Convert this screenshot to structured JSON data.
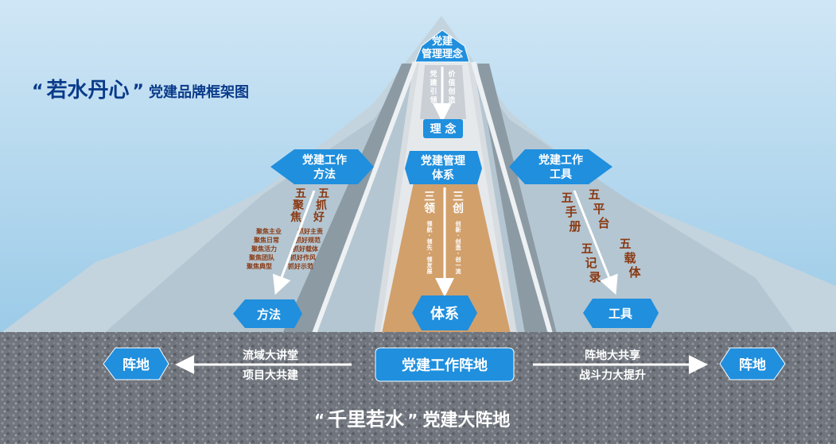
{
  "title": {
    "quote_open": "“",
    "name": "若水丹心",
    "quote_close": "”",
    "rest": "党建品牌框架图"
  },
  "bottom_title": {
    "quote_open": "“",
    "name": "千里若水",
    "quote_close": "”",
    "rest": "党建大阵地"
  },
  "top": {
    "line1": "党建",
    "line2": "管理理念"
  },
  "center_arrow": {
    "left_chars": [
      "党",
      "建",
      "引",
      "领"
    ],
    "right_chars": [
      "价",
      "值",
      "创",
      "造"
    ]
  },
  "concept_label": "理 念",
  "left_top": {
    "line1": "党建工作",
    "line2": "方法"
  },
  "center_top": {
    "line1": "党建管理",
    "line2": "体系"
  },
  "right_top": {
    "line1": "党建工作",
    "line2": "工具"
  },
  "left_method": {
    "head_a": [
      "五",
      "聚",
      "焦"
    ],
    "head_b": [
      "五",
      "抓",
      "好"
    ],
    "list_a": [
      "聚焦主业",
      "聚焦日常",
      "聚焦活力",
      "聚焦团队",
      "聚焦典型"
    ],
    "list_b": [
      "抓好主责",
      "抓好规范",
      "抓好载体",
      "抓好作风",
      "抓好示范"
    ],
    "bottom_label": "方法"
  },
  "center_system": {
    "head_a": [
      "三",
      "领"
    ],
    "head_b": [
      "三",
      "创"
    ],
    "list_a": [
      "领",
      "航",
      "·",
      "领",
      "先",
      "·",
      "领",
      "发",
      "展"
    ],
    "list_b": [
      "创",
      "新",
      "·",
      "创",
      "造",
      "·",
      "创",
      "一",
      "流"
    ],
    "bottom_label": "体系"
  },
  "right_tools": {
    "col1": [
      "五",
      "手",
      "册"
    ],
    "col2": [
      "五",
      "平",
      "台"
    ],
    "col3": [
      "五",
      "记",
      "录"
    ],
    "col4": [
      "五",
      "载",
      "体"
    ],
    "bottom_label": "工具"
  },
  "ground": {
    "left_hex": "阵地",
    "right_hex": "阵地",
    "center_label": "党建工作阵地",
    "left_arrow_top": "流域大讲堂",
    "left_arrow_bottom": "项目大共建",
    "right_arrow_top": "阵地大共享",
    "right_arrow_bottom": "战斗力大提升"
  },
  "colors": {
    "sky": "#a9d3ec",
    "mountain": "#c2d3dd",
    "accent_blue": "#1f8fde",
    "center_fill": "#d2a06b",
    "ground": "#7a7f87",
    "title_blue": "#0a3b8a"
  }
}
